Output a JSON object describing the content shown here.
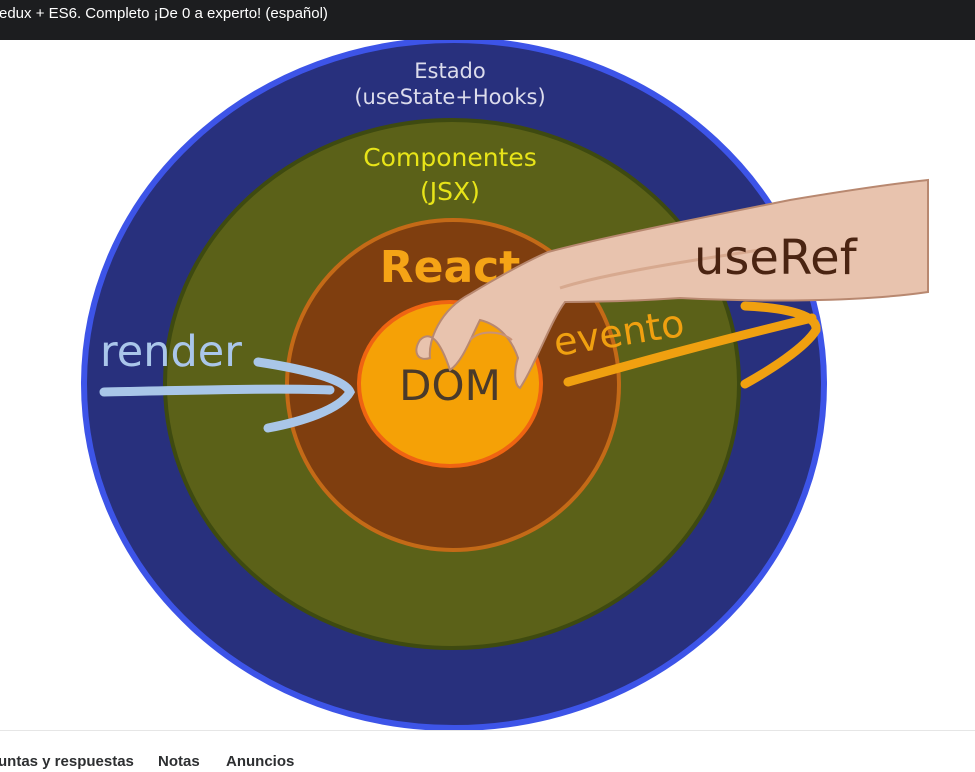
{
  "window": {
    "title": "edux + ES6. Completo ¡De 0 a experto! (español)"
  },
  "diagram": {
    "estado": {
      "line1": "Estado",
      "line2": "(useState+Hooks)"
    },
    "componentes": {
      "line1": "Componentes",
      "line2": "(JSX)"
    },
    "react": "React",
    "dom": "DOM",
    "render": "render",
    "evento": "evento",
    "useref": "useRef",
    "colors": {
      "estado": "#2a3280",
      "componentes": "#5b6118",
      "react": "#7f3e0f",
      "dom": "#f5a106",
      "render_arrow": "#a9c6e8",
      "evento_arrow": "#f0a010"
    }
  },
  "tabs": {
    "qa": "untas y respuestas",
    "notes": "Notas",
    "announcements": "Anuncios"
  }
}
